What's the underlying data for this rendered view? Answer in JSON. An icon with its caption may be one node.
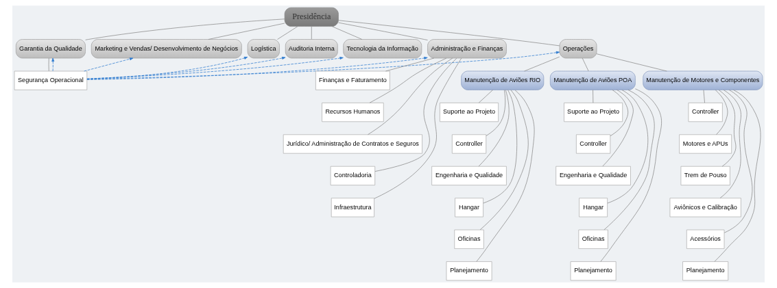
{
  "diagram": {
    "nodes": [
      {
        "text": [
          "Presidência"
        ]
      },
      {
        "text": [
          "Garantia da Qualidade"
        ]
      },
      {
        "text": [
          "Segurança Operacional"
        ]
      },
      {
        "text": [
          "Marketing e Vendas/ Desenvolvimento de Negócios"
        ]
      },
      {
        "text": [
          "Logística"
        ]
      },
      {
        "text": [
          "Auditoria Interna"
        ]
      },
      {
        "text": [
          "Tecnologia da Informação"
        ]
      },
      {
        "text": [
          "Administração e Finanças"
        ]
      },
      {
        "text": [
          "Finanças e Faturamento"
        ]
      },
      {
        "text": [
          "Recursos Humanos"
        ]
      },
      {
        "text": [
          "Jurídico/ Administração de Contratos e Seguros"
        ]
      },
      {
        "text": [
          "Controladoria"
        ]
      },
      {
        "text": [
          "Infraestrutura"
        ]
      },
      {
        "text": [
          "Operações"
        ]
      },
      {
        "text": [
          "Manutenção de Aviões RIO"
        ]
      },
      {
        "text": [
          "Suporte ao Projeto"
        ]
      },
      {
        "text": [
          "Controller"
        ]
      },
      {
        "text": [
          "Engenharia e Qualidade"
        ]
      },
      {
        "text": [
          "Hangar"
        ]
      },
      {
        "text": [
          "Oficinas"
        ]
      },
      {
        "text": [
          "Planejamento"
        ]
      },
      {
        "text": [
          "Manutenção de Aviões POA"
        ]
      },
      {
        "text": [
          "Suporte ao Projeto"
        ]
      },
      {
        "text": [
          "Controller"
        ]
      },
      {
        "text": [
          "Engenharia e Qualidade"
        ]
      },
      {
        "text": [
          "Hangar"
        ]
      },
      {
        "text": [
          "Oficinas"
        ]
      },
      {
        "text": [
          "Planejamento"
        ]
      },
      {
        "text": [
          "Manutenção de Motores e Componentes"
        ]
      },
      {
        "text": [
          "Controller"
        ]
      },
      {
        "text": [
          "Motores e APUs"
        ]
      },
      {
        "text": [
          "Trem de Pouso"
        ]
      },
      {
        "text": [
          "Aviônicos e Calibração"
        ]
      },
      {
        "text": [
          "Acessórios"
        ]
      },
      {
        "text": [
          "Planejamento"
        ]
      }
    ],
    "edges": [
      {
        "from": 0,
        "to": 1,
        "arrow": "none"
      },
      {
        "from": 0,
        "to": 3,
        "arrow": "none"
      },
      {
        "from": 0,
        "to": 4,
        "arrow": "none"
      },
      {
        "from": 0,
        "to": 5,
        "arrow": "none"
      },
      {
        "from": 0,
        "to": 6,
        "arrow": "none"
      },
      {
        "from": 0,
        "to": 7,
        "arrow": "none"
      },
      {
        "from": 0,
        "to": 13,
        "arrow": "none"
      },
      {
        "from": 1,
        "to": 2,
        "arrow": "none"
      },
      {
        "from": 7,
        "to": 8,
        "arrow": "none"
      },
      {
        "from": 7,
        "to": 9,
        "arrow": "none"
      },
      {
        "from": 7,
        "to": 10,
        "arrow": "none"
      },
      {
        "from": 7,
        "to": 11,
        "arrow": "none"
      },
      {
        "from": 7,
        "to": 12,
        "arrow": "none"
      },
      {
        "from": 13,
        "to": 14,
        "arrow": "none"
      },
      {
        "from": 13,
        "to": 21,
        "arrow": "none"
      },
      {
        "from": 13,
        "to": 28,
        "arrow": "none"
      },
      {
        "from": 14,
        "to": 15,
        "arrow": "none"
      },
      {
        "from": 14,
        "to": 16,
        "arrow": "none"
      },
      {
        "from": 14,
        "to": 17,
        "arrow": "none"
      },
      {
        "from": 14,
        "to": 18,
        "arrow": "none"
      },
      {
        "from": 14,
        "to": 19,
        "arrow": "none"
      },
      {
        "from": 14,
        "to": 20,
        "arrow": "none"
      },
      {
        "from": 21,
        "to": 22,
        "arrow": "none"
      },
      {
        "from": 21,
        "to": 23,
        "arrow": "none"
      },
      {
        "from": 21,
        "to": 24,
        "arrow": "none"
      },
      {
        "from": 21,
        "to": 25,
        "arrow": "none"
      },
      {
        "from": 21,
        "to": 26,
        "arrow": "none"
      },
      {
        "from": 21,
        "to": 27,
        "arrow": "none"
      },
      {
        "from": 28,
        "to": 29,
        "arrow": "none"
      },
      {
        "from": 28,
        "to": 30,
        "arrow": "none"
      },
      {
        "from": 28,
        "to": 31,
        "arrow": "none"
      },
      {
        "from": 28,
        "to": 32,
        "arrow": "none"
      },
      {
        "from": 28,
        "to": 33,
        "arrow": "none"
      },
      {
        "from": 28,
        "to": 34,
        "arrow": "none"
      },
      {
        "from": 2,
        "to": 1,
        "arrow": "to",
        "style": "dashed",
        "color": "#2e7bcf"
      },
      {
        "from": 2,
        "to": 3,
        "arrow": "to",
        "style": "dashed",
        "color": "#2e7bcf"
      },
      {
        "from": 2,
        "to": 4,
        "arrow": "to",
        "style": "dashed",
        "color": "#2e7bcf"
      },
      {
        "from": 2,
        "to": 5,
        "arrow": "to",
        "style": "dashed",
        "color": "#2e7bcf"
      },
      {
        "from": 2,
        "to": 6,
        "arrow": "to",
        "style": "dashed",
        "color": "#2e7bcf"
      },
      {
        "from": 2,
        "to": 7,
        "arrow": "to",
        "style": "dashed",
        "color": "#2e7bcf"
      },
      {
        "from": 2,
        "to": 13,
        "arrow": "to",
        "style": "dashed",
        "color": "#2e7bcf"
      }
    ]
  }
}
